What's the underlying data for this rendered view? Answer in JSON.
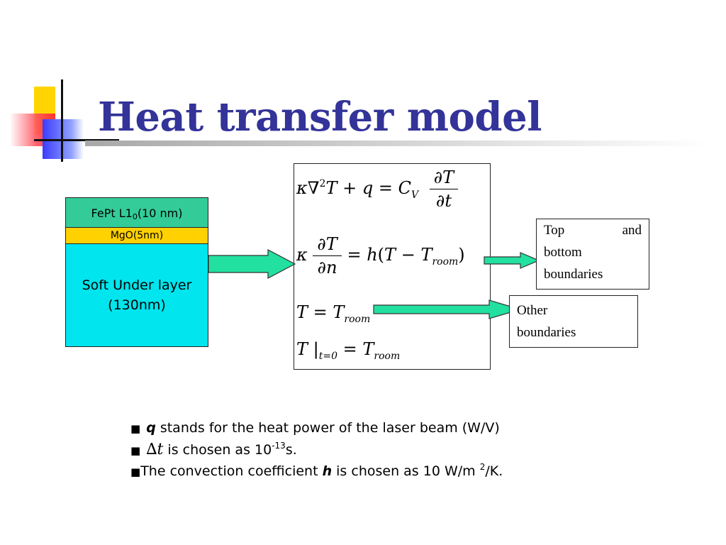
{
  "slide": {
    "title": "Heat transfer model"
  },
  "layers": {
    "fept_prefix": "FePt L1",
    "fept_sub": "0",
    "fept_suffix": "(10 nm)",
    "mgo": "MgO(5nm)",
    "sul_line1": "Soft Under layer",
    "sul_line2": "(130nm)"
  },
  "equations": {
    "eq1": {
      "kappa": "κ",
      "nabla": "∇",
      "sq": "2",
      "T": "T",
      "plus": "+",
      "q": "q",
      "eq": "=",
      "C": "C",
      "CV_sub": "V",
      "num": "∂T",
      "den": "∂t"
    },
    "eq2": {
      "kappa": "κ",
      "num": "∂T",
      "den": "∂n",
      "eq": "=",
      "h": "h",
      "open": "(",
      "T": "T",
      "minus": "−",
      "T2": "T",
      "sub": "room",
      "close": ")"
    },
    "eq3": {
      "T": "T",
      "eq": "=",
      "T2": "T",
      "sub": "room"
    },
    "eq4": {
      "T": "T",
      "bar": "|",
      "sub": "t=0",
      "eq": "=",
      "T2": "T",
      "sub2": "room"
    }
  },
  "boundaries": {
    "top_w1": "Top",
    "top_w2": "and",
    "top_line2": "bottom",
    "top_line3": "boundaries",
    "other_line1": "Other",
    "other_line2": "boundaries"
  },
  "bullets": {
    "marker": "■",
    "b1_var": "q",
    "b1_text": " stands for the heat power of the laser beam (W/V)",
    "b2_var": "∆t",
    "b2_text": " is chosen as 10",
    "b2_sup": "-13",
    "b2_tail": "s.",
    "b3_text": "The convection coefficient ",
    "b3_var": "h",
    "b3_mid": " is chosen as 10 W/m ",
    "b3_sup": "2",
    "b3_tail": "/K."
  },
  "colors": {
    "title": "#333399",
    "fept": "#33cc99",
    "mgo": "#ffd100",
    "sul": "#00e5ee",
    "arrow_fill": "#22e0a0"
  },
  "icons": [
    "logo-squares-icon",
    "arrow-right-icon"
  ]
}
